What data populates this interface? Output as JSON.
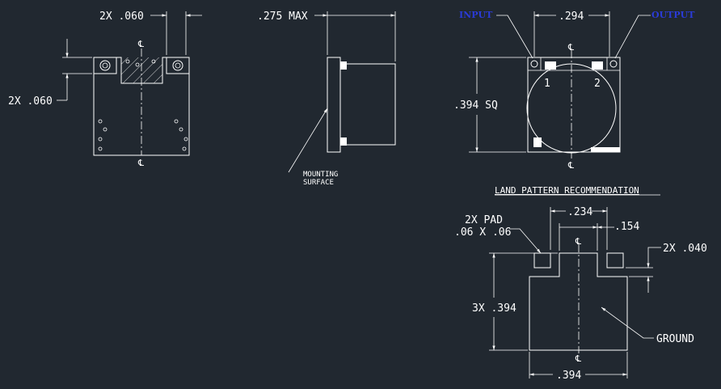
{
  "colors": {
    "background": "#212830",
    "line": "#ffffff",
    "port_label": "#2a3bd6"
  },
  "centerline_symbol": "℄",
  "front_view": {
    "dim_pin_width": "2X .060",
    "dim_pin_height": "2X .060"
  },
  "side_view": {
    "dim_max": ".275 MAX",
    "mounting_label_line1": "MOUNTING",
    "mounting_label_line2": "SURFACE"
  },
  "top_view": {
    "input_label": "INPUT",
    "output_label": "OUTPUT",
    "dim_pitch": ".294",
    "dim_square": ".394 SQ",
    "pin1": "1",
    "pin2": "2"
  },
  "land_pattern": {
    "title": "LAND PATTERN RECOMMENDATION",
    "pad_label_line1": "2X PAD",
    "pad_label_line2": ".06 X .06",
    "dim_pad_spacing": ".234",
    "dim_tab_width": ".154",
    "dim_gap": "2X .040",
    "dim_height": "3X .394",
    "dim_width": ".394",
    "ground_label": "GROUND"
  }
}
